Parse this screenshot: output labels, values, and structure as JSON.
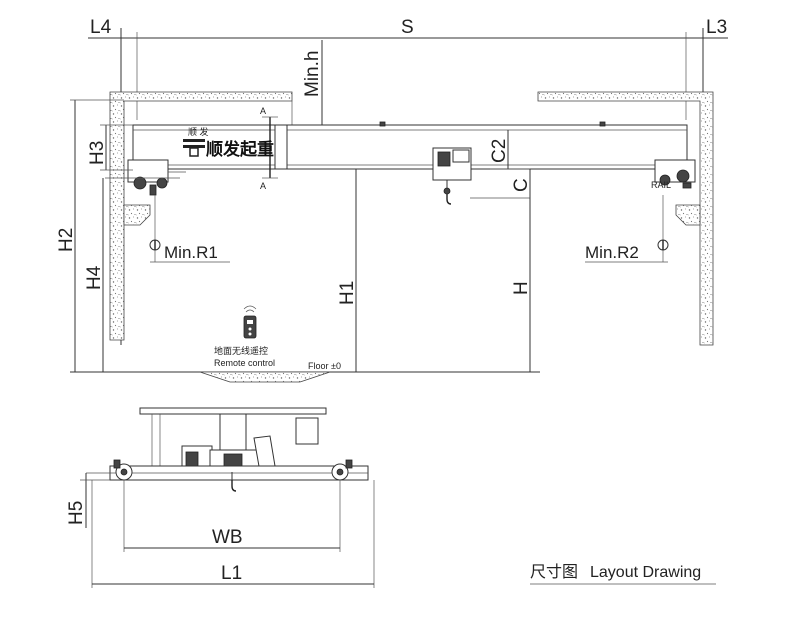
{
  "dimensions": {
    "L4": "L4",
    "S": "S",
    "L3": "L3",
    "min_h": "Min.h",
    "H3": "H3",
    "C2": "C2",
    "C": "C",
    "H2": "H2",
    "H4": "H4",
    "H1": "H1",
    "H": "H",
    "min_r1": "Min.R1",
    "min_r2": "Min.R2",
    "H5": "H5",
    "WB": "WB",
    "L1": "L1"
  },
  "labels": {
    "section_a_top": "A",
    "section_a_bottom": "A",
    "rail": "RAIL",
    "floor": "Floor ±0",
    "remote_cn": "地面无线遥控",
    "remote_en": "Remote control",
    "brand_small": "顺 发",
    "brand_name": "顺发起重",
    "caption_cn": "尺寸图",
    "caption_en": "Layout Drawing"
  },
  "icons": {
    "remote": "remote-control-icon",
    "hook": "hook-icon",
    "brand_logo": "brand-logo-icon"
  }
}
